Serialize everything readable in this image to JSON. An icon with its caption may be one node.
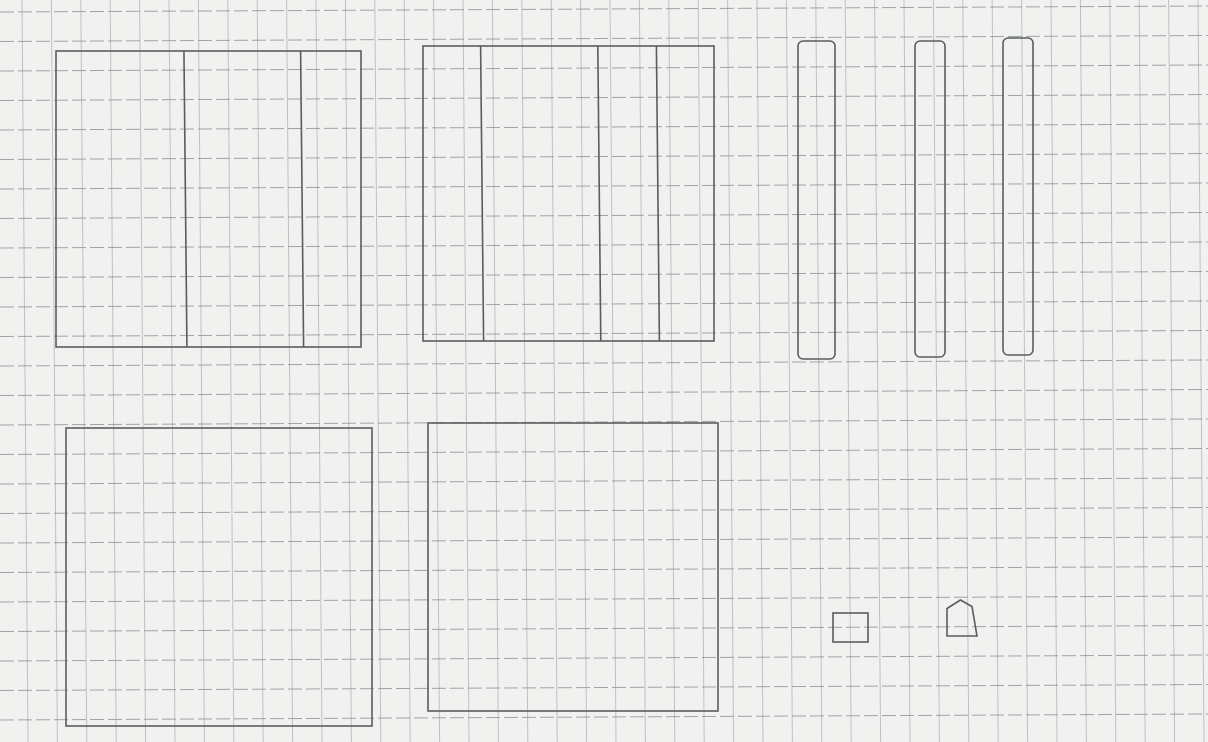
{
  "diagram": {
    "nodes": [
      {
        "text": [],
        "shape": "box"
      },
      {
        "text": [],
        "shape": "box"
      },
      {
        "text": [],
        "shape": "bar"
      },
      {
        "text": [],
        "shape": "bar"
      },
      {
        "text": [],
        "shape": "bar"
      },
      {
        "text": [],
        "shape": "box"
      },
      {
        "text": [],
        "shape": "box"
      },
      {
        "text": [],
        "shape": "box"
      },
      {
        "text": [],
        "shape": "house"
      }
    ]
  }
}
